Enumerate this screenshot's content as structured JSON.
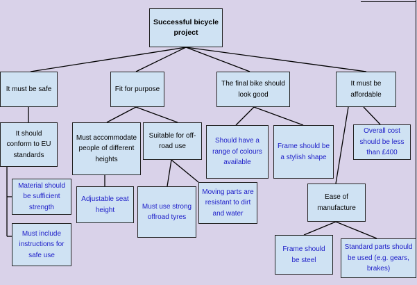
{
  "diagram": {
    "root": {
      "label": "Successful bicycle project"
    },
    "nodes": {
      "safe": "It must be safe",
      "fit": "Fit for purpose",
      "looks": "The final bike should look good",
      "afford": "It must be affordable",
      "eu": "It should conform to EU standards",
      "material": "Material should be sufficient strength",
      "instructions": "Must include instructions for safe use",
      "heights": "Must accommodate people of different heights",
      "seat": "Adjustable seat height",
      "offroad": "Suitable for off-road use",
      "tyres": "Must use strong offroad tyres",
      "moving": "Moving parts are resistant to dirt and water",
      "colours": "Should have a range of colours available",
      "stylish": "Frame should be a stylish shape",
      "cost": "Overall cost should be less than £400",
      "ease": "Ease of manufacture",
      "steel": "Frame should be steel",
      "standard": "Standard parts should be used (e.g. gears, brakes)"
    },
    "colors": {
      "background": "#d9d2e9",
      "box_fill": "#cfe2f3",
      "leaf_text": "#1c1cc8",
      "line": "#000000"
    }
  }
}
